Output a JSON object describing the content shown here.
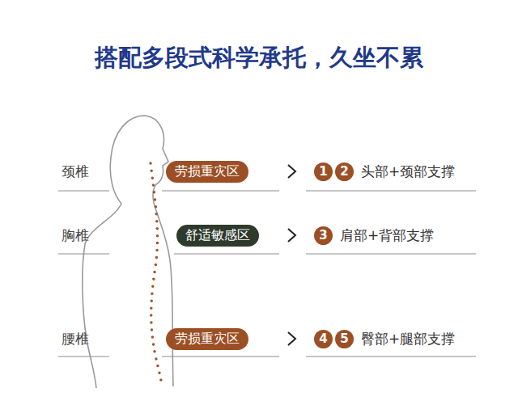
{
  "diagram": {
    "title": "搭配多段式科学承托，久坐不累",
    "nodes": [
      {
        "text": [
          "劳损重灾区"
        ]
      },
      {
        "text": [
          "1"
        ]
      },
      {
        "text": [
          "2"
        ]
      },
      {
        "text": [
          "舒适敏感区"
        ]
      },
      {
        "text": [
          "3"
        ]
      },
      {
        "text": [
          "劳损重灾区"
        ]
      },
      {
        "text": [
          "4"
        ]
      },
      {
        "text": [
          "5"
        ]
      }
    ],
    "labels": [
      "颈椎",
      "头部+颈部支撑",
      "胸椎",
      "肩部+背部支撑",
      "腰椎",
      "臀部+腿部支撑"
    ]
  }
}
